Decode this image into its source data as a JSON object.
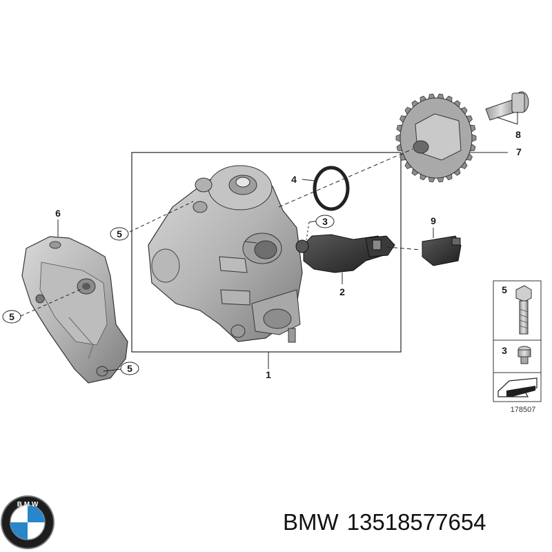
{
  "callouts": {
    "c1": "1",
    "c2": "2",
    "c3": "3",
    "c4": "4",
    "c5a": "5",
    "c5b": "5",
    "c5c": "5",
    "c6": "6",
    "c7": "7",
    "c8": "8",
    "c9": "9"
  },
  "legend": {
    "item_bolt": "5",
    "item_screw": "3"
  },
  "reference_number": "178507",
  "caption": {
    "brand": "BMW",
    "part_number": "13518577654"
  },
  "colors": {
    "metal_light": "#c9c9c9",
    "metal_mid": "#a8a8a8",
    "metal_dark": "#6f6f6f",
    "solenoid_dark": "#2e2e2e",
    "line": "#222222",
    "bmw_blue": "#2a86c9"
  },
  "icons": {
    "logo": "bmw-roundel-logo"
  }
}
